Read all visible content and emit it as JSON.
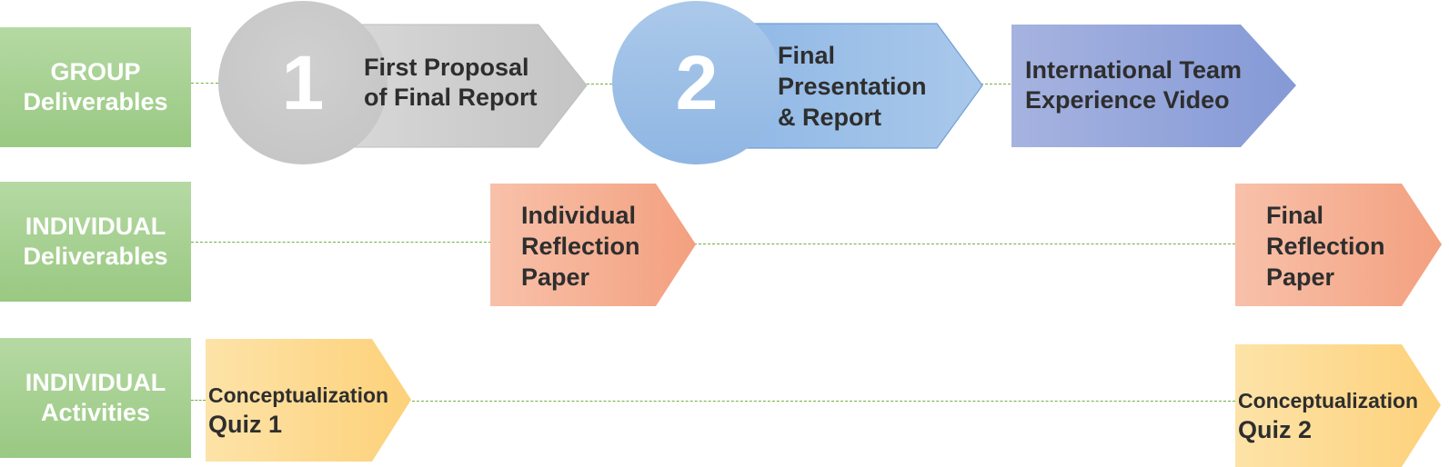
{
  "rows": [
    {
      "line1": "GROUP",
      "line2": "Deliverables"
    },
    {
      "line1": "INDIVIDUAL",
      "line2": "Deliverables"
    },
    {
      "line1": "INDIVIDUAL",
      "line2": "Activities"
    }
  ],
  "group_items": [
    {
      "number": "1",
      "lines": [
        "First Proposal",
        "of Final Report"
      ]
    },
    {
      "number": "2",
      "lines": [
        "Final",
        "Presentation",
        "& Report"
      ]
    },
    {
      "lines": [
        "International Team",
        "Experience Video"
      ]
    }
  ],
  "individual_deliverables": [
    {
      "lines": [
        "Individual",
        "Reflection",
        "Paper"
      ]
    },
    {
      "lines": [
        "Final",
        "Reflection",
        "Paper"
      ]
    }
  ],
  "individual_activities": [
    {
      "lines": [
        "Conceptualization",
        "Quiz 1"
      ]
    },
    {
      "lines": [
        "Conceptualization",
        "Quiz 2"
      ]
    }
  ]
}
